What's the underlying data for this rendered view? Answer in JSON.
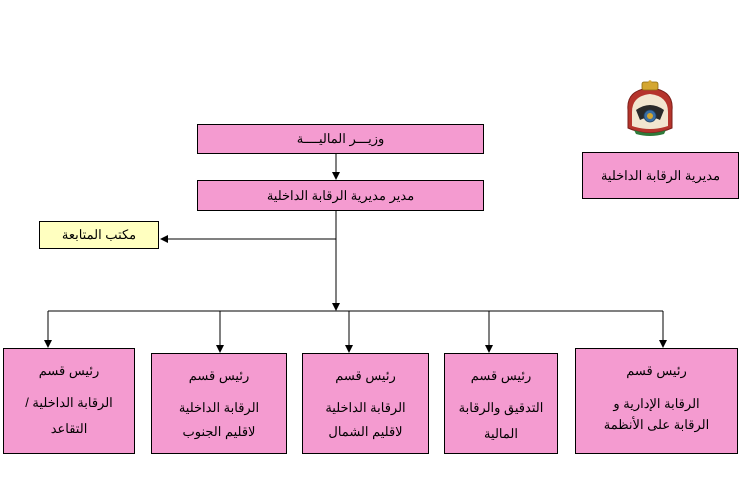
{
  "header": {
    "directorate_title": "مديرية الرقابة الداخلية"
  },
  "chart": {
    "minister": "وزيـــر الماليــــة",
    "director": "مدير مديرية الرقابة الداخلية",
    "follow_up_office": "مكتب المتابعة",
    "departments": [
      {
        "head": "رئيس قسم",
        "line1": "الرقابة الداخلية /",
        "line2": "التقاعد"
      },
      {
        "head": "رئيس قسم",
        "line1": "الرقابة الداخلية",
        "line2": "لاقليم الجنوب"
      },
      {
        "head": "رئيس قسم",
        "line1": "الرقابة الداخلية",
        "line2": "لاقليم الشمال"
      },
      {
        "head": "رئيس قسم",
        "line1": "التدقيق والرقابة",
        "line2": "المالية"
      },
      {
        "head": "رئيس قسم",
        "line1": "الرقابة الإدارية و",
        "line2": "الرقابة على الأنظمة"
      }
    ]
  },
  "colors": {
    "box_fill": "#f49bd0",
    "follow_fill": "#ffffc0",
    "line": "#000000"
  },
  "icons": {
    "emblem": "jordan-coat-of-arms-icon"
  }
}
